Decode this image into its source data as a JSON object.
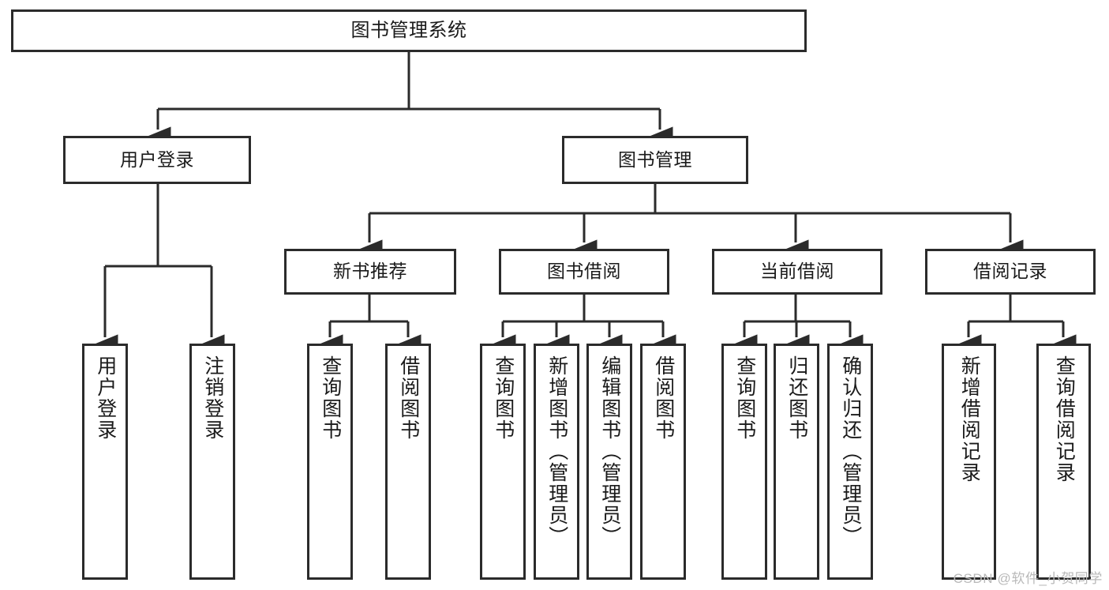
{
  "diagram": {
    "title": "图书管理系统",
    "type": "tree",
    "stroke_color": "#2b2b2b",
    "fill_color": "#ffffff",
    "text_color": "#1a1a1a"
  },
  "nodes": {
    "root": {
      "label": "图书管理系统"
    },
    "level1": [
      {
        "label": "用户登录"
      },
      {
        "label": "图书管理"
      }
    ],
    "level2": [
      {
        "label": "新书推荐"
      },
      {
        "label": "图书借阅"
      },
      {
        "label": "当前借阅"
      },
      {
        "label": "借阅记录"
      }
    ],
    "leaves": {
      "user_login": [
        {
          "label": "用户登录"
        },
        {
          "label": "注销登录"
        }
      ],
      "new_book_recommend": [
        {
          "label": "查询图书"
        },
        {
          "label": "借阅图书"
        }
      ],
      "book_borrow": [
        {
          "label": "查询图书"
        },
        {
          "label": "新增图书（管理员）"
        },
        {
          "label": "编辑图书（管理员）"
        },
        {
          "label": "借阅图书"
        }
      ],
      "current_borrow": [
        {
          "label": "查询图书"
        },
        {
          "label": "归还图书"
        },
        {
          "label": "确认归还（管理员）"
        }
      ],
      "borrow_record": [
        {
          "label": "新增借阅记录"
        },
        {
          "label": "查询借阅记录"
        }
      ]
    }
  },
  "watermark": {
    "text": "CSDN @软件_小贺同学"
  }
}
